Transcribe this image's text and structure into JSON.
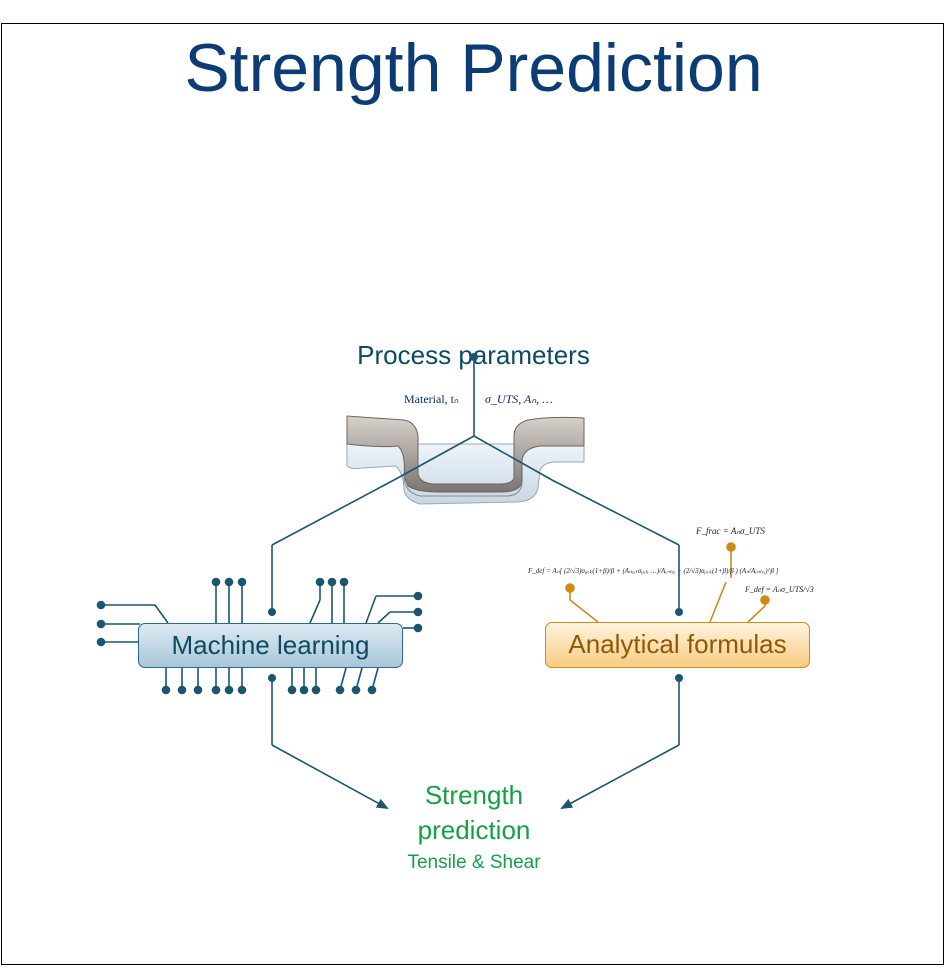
{
  "title": "Strength Prediction",
  "process": {
    "title": "Process parameters",
    "param_left": "Material, tₙ",
    "param_right": "σ_UTS, Aₙ, …"
  },
  "nodes": {
    "ml_label": "Machine learning",
    "af_label": "Analytical formulas"
  },
  "formulas": {
    "frac": "F_frac = Aₙσ_UTS",
    "def_long": "F_def = Aₙ[ (2/√3)σᵧᵢₑₗₑ(1+β)/β + (Aₙₑₓₜσᵧᵢₑₗₑ …)/Aₑₙₜᵣᵧ − (2/√3)σᵧᵢₑₗₑ(1+β)/β ) (Aₙ/Aₑₙₜᵣᵧ)^β ]",
    "def_short": "F_def = Aₙσ_UTS/√3"
  },
  "output": {
    "title": "Strength prediction",
    "subtitle": "Tensile & Shear"
  },
  "colors": {
    "title": "#0b3d74",
    "line": "#1b5670",
    "analytical": "#cf8a17",
    "output": "#16a046"
  }
}
